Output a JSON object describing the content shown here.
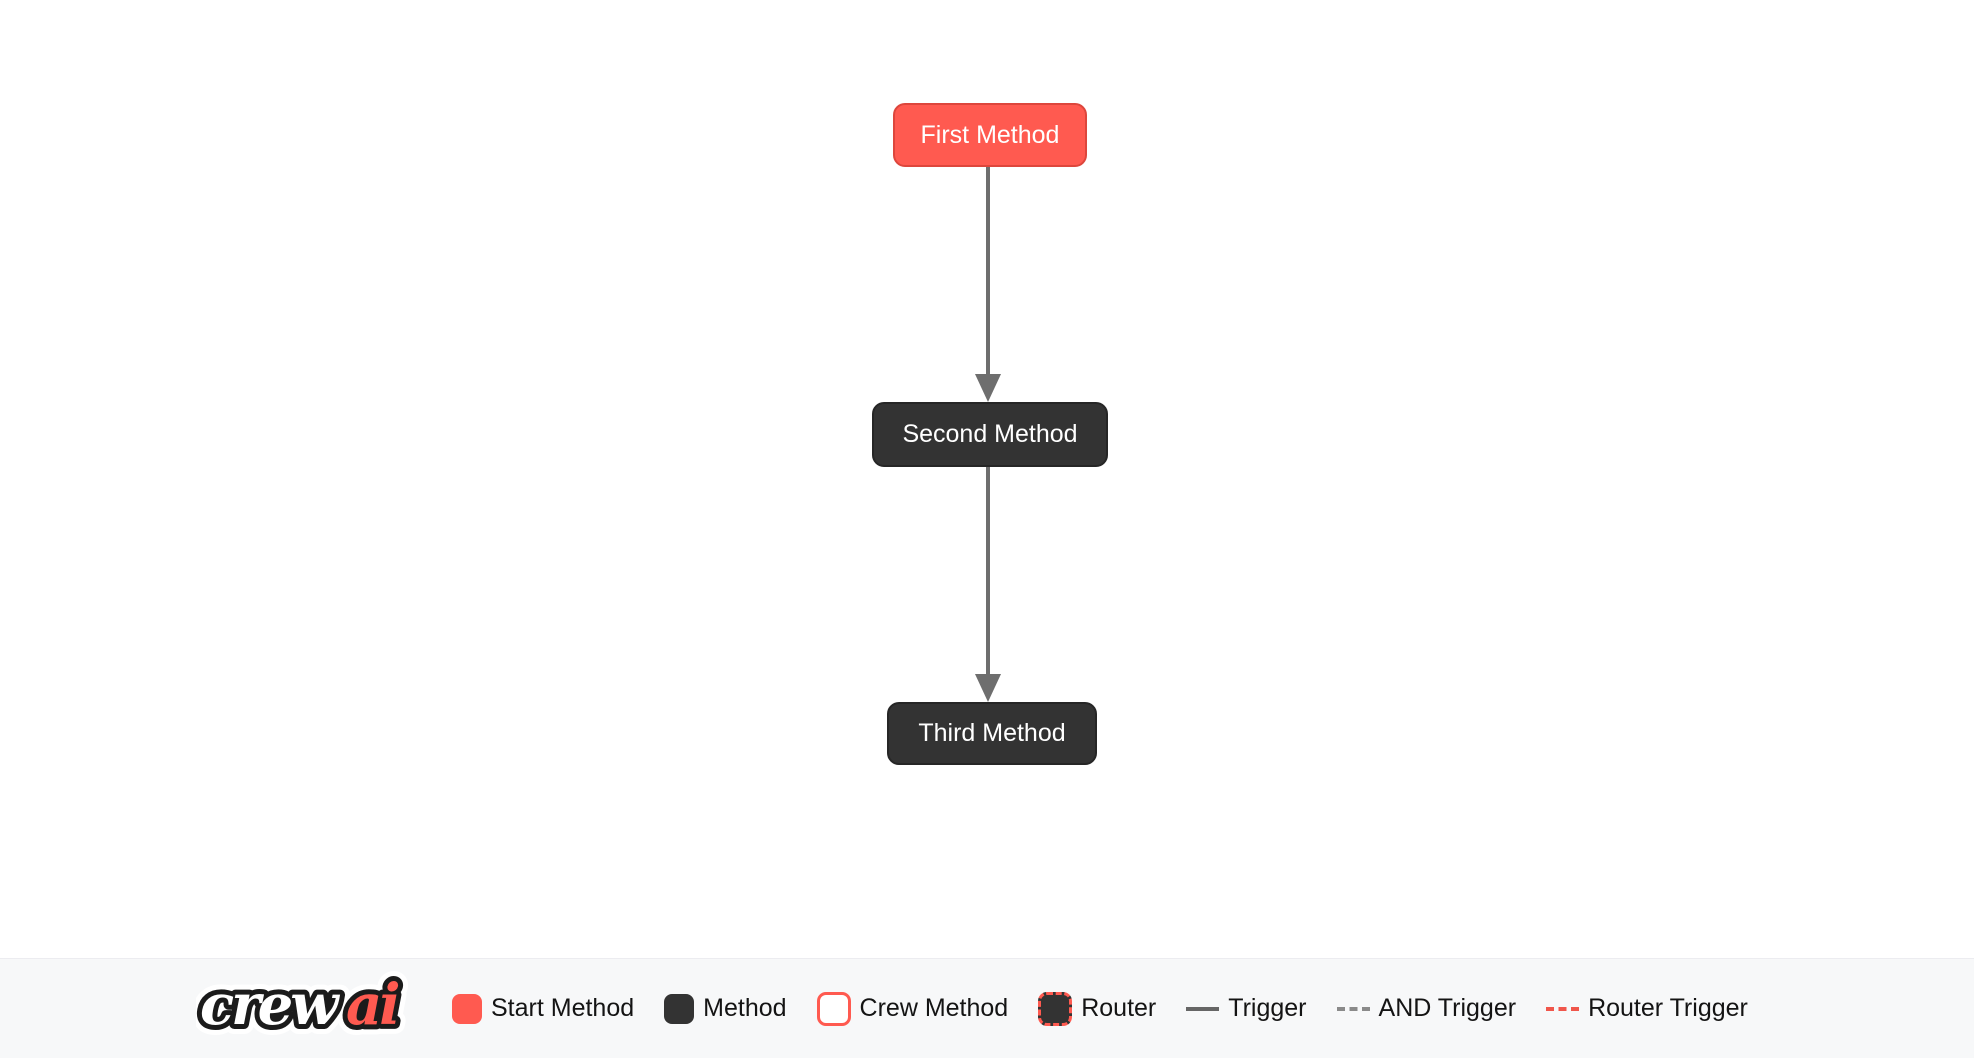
{
  "flow": {
    "nodes": [
      {
        "label": "First Method",
        "type": "start"
      },
      {
        "label": "Second Method",
        "type": "method"
      },
      {
        "label": "Third Method",
        "type": "method"
      }
    ],
    "edges": [
      {
        "from": "First Method",
        "to": "Second Method",
        "type": "trigger"
      },
      {
        "from": "Second Method",
        "to": "Third Method",
        "type": "trigger"
      }
    ]
  },
  "legend": {
    "logo": {
      "crew": "crew",
      "ai": "ai"
    },
    "items": [
      {
        "label": "Start Method",
        "swatch": "start-box"
      },
      {
        "label": "Method",
        "swatch": "method-box"
      },
      {
        "label": "Crew Method",
        "swatch": "crew-method-box"
      },
      {
        "label": "Router",
        "swatch": "router-box"
      },
      {
        "label": "Trigger",
        "swatch": "solid-line"
      },
      {
        "label": "AND Trigger",
        "swatch": "dashed-line"
      },
      {
        "label": "Router Trigger",
        "swatch": "red-dashed-line"
      }
    ]
  },
  "colors": {
    "start_node": "#ff5a50",
    "method_node": "#333333",
    "node_text": "#ffffff",
    "edge": "#6e6e6e",
    "router_border": "#ff5a50",
    "router_trigger_line": "#f0564b",
    "legend_bar_bg": "#f7f8f9",
    "canvas_bg": "#ffffff"
  }
}
